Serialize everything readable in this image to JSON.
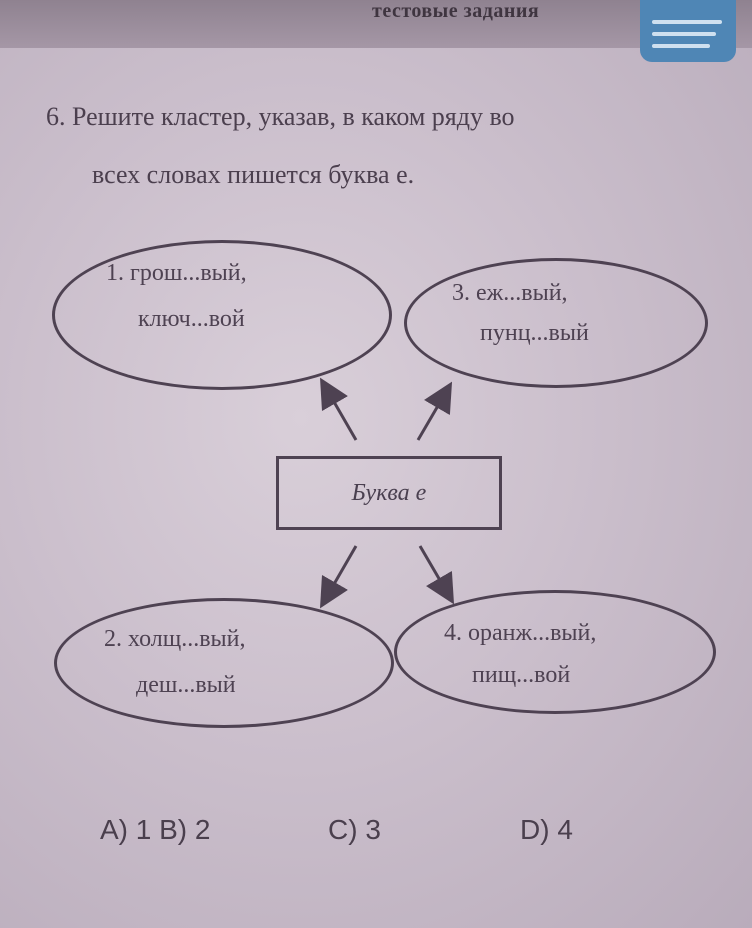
{
  "header": {
    "title": "тестовые задания"
  },
  "task": {
    "line1": "6. Решите кластер, указав, в каком ряду во",
    "line2": "всех словах пишется буква е."
  },
  "cluster": {
    "center": "Буква е",
    "items": [
      {
        "line1": "1. грош...вый,",
        "line2": "ключ...вой"
      },
      {
        "line1": "3. еж...вый,",
        "line2": "пунц...вый"
      },
      {
        "line1": "2. холщ...вый,",
        "line2": "деш...вый"
      },
      {
        "line1": "4. оранж...вый,",
        "line2": "пищ...вой"
      }
    ]
  },
  "answers": {
    "ab": "A) 1 B) 2",
    "c": "C) 3",
    "d": "D) 4"
  }
}
